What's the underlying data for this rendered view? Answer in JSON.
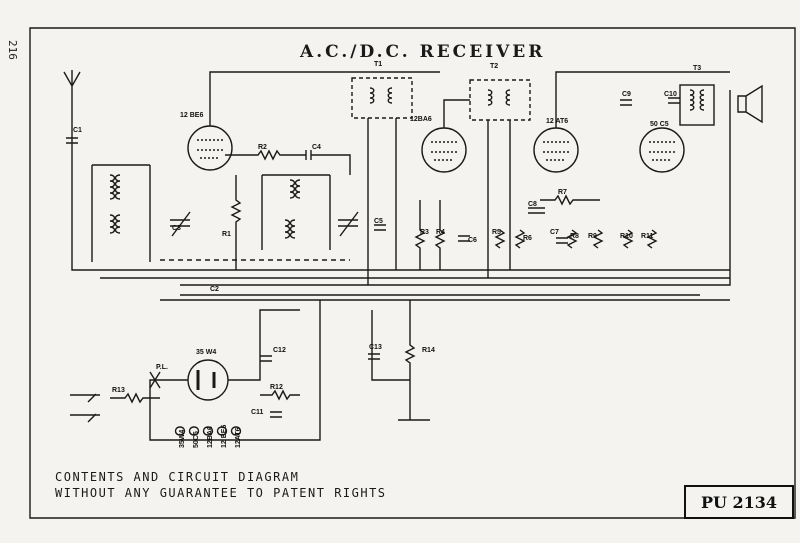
{
  "page_number": "216",
  "title": "A.C./D.C. RECEIVER",
  "notes": {
    "line1": "CONTENTS AND CIRCUIT DIAGRAM",
    "line2": "WITHOUT ANY GUARANTEE TO PATENT RIGHTS"
  },
  "model_code": "PU 2134",
  "valves": {
    "v1": "12 BE6",
    "v2": "12BA6",
    "v3": "12 AT6",
    "v4": "50 C5",
    "rect": "35 W4"
  },
  "transformers": {
    "t1": "T1",
    "t2": "T2",
    "t3": "T3"
  },
  "resistors": {
    "r1": "R1",
    "r2": "R2",
    "r3": "R3",
    "r4": "R4",
    "r5": "R5",
    "r6": "R6",
    "r7": "R7",
    "r8": "R8",
    "r9": "R9",
    "r10": "R10",
    "r11": "R11",
    "r12": "R12",
    "r13": "R13",
    "r14": "R14"
  },
  "capacitors": {
    "c1": "C1",
    "c2": "C2",
    "c3": "C3",
    "c4": "C4",
    "c5": "C5",
    "c6": "C6",
    "c7": "C7",
    "c8": "C8",
    "c9": "C9",
    "c10": "C10",
    "c11": "C11",
    "c12": "C12",
    "c13": "C13"
  },
  "lamp_label": "P.L.",
  "heater_chain": [
    "35W4",
    "50C5",
    "12BA6",
    "12 BE6",
    "12AT6"
  ]
}
